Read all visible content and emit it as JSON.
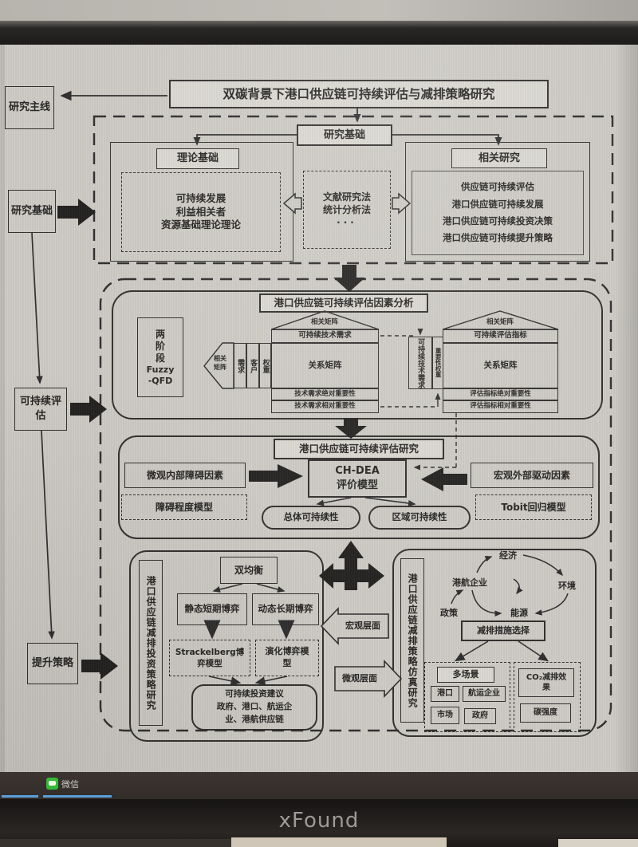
{
  "monitor": {
    "brand": "xFound"
  },
  "taskbar": {
    "wechat": "微信"
  },
  "page": {
    "title": "双碳背景下港口供应链可持续评估与减排策略研究",
    "rail": {
      "main_line": "研究主线",
      "foundation": "研究基础",
      "assessment": "可持续评估",
      "strategy": "提升策略"
    },
    "s1": {
      "header": "研究基础",
      "theory_title": "理论基础",
      "theory_items": [
        "可持续发展",
        "利益相关者",
        "资源基础理论理论"
      ],
      "methods": [
        "文献研究法",
        "统计分析法",
        "···"
      ],
      "related_title": "相关研究",
      "related_items": [
        "供应链可持续评估",
        "港口供应链可持续发展",
        "港口供应链可持续投资决策",
        "港口供应链可持续提升策略"
      ]
    },
    "s2": {
      "header": "港口供应链可持续评估因素分析",
      "fuzzy": [
        "两",
        "阶",
        "段",
        "Fuzzy",
        "-QFD"
      ],
      "h1": {
        "roof": "相关矩阵",
        "pent": "相关矩阵",
        "cols": [
          "需求",
          "客户",
          "权重"
        ],
        "top": "可持续技术需求",
        "matrix": "关系矩阵",
        "abs": "技术需求绝对重要性",
        "rel": "技术需求相对重要性"
      },
      "h2": {
        "roof": "相关矩阵",
        "wall": "可持续技术需求",
        "wallcol": "重要性权重",
        "top": "可持续评估指标",
        "matrix": "关系矩阵",
        "abs": "评估指标绝对重要性",
        "rel": "评估指标相对重要性"
      }
    },
    "s3": {
      "header": "港口供应链可持续评估研究",
      "micro": "微观内部障碍因素",
      "barrier": "障碍程度模型",
      "model1": "CH-DEA",
      "model2": "评价模型",
      "macro": "宏观外部驱动因素",
      "tobit": "Tobit回归模型",
      "overall": "总体可持续性",
      "regional": "区域可持续性"
    },
    "levels": {
      "macro": "宏观层面",
      "micro": "微观层面"
    },
    "s4l": {
      "side": "港口供应链减排投资策略研究",
      "dual": "双均衡",
      "static_game": "静态短期博弈",
      "dynamic_game": "动态长期博弈",
      "stackelberg": "Strackelberg博弈模型",
      "evolution": "演化博弈模型",
      "advice": [
        "可持续投资建议",
        "政府、港口、航运企",
        "业、港航供应链"
      ]
    },
    "s4r": {
      "side": "港口供应链减排策略仿真研究",
      "cycle": {
        "economy": "经济",
        "environment": "环境",
        "energy": "能源",
        "enterprise": "港航企业",
        "policy": "政策"
      },
      "measure": "减排措施选择",
      "scenario_title": "多场景",
      "scenarios": [
        "港口",
        "航运企业",
        "市场",
        "政府"
      ],
      "co2": "CO₂减排效果",
      "intensity": "碳强度"
    }
  }
}
